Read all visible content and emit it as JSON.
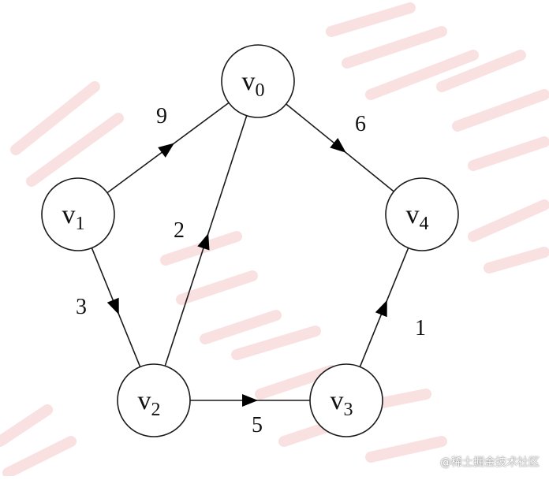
{
  "nodes": [
    {
      "id": "v0",
      "base": "v",
      "sub": "0"
    },
    {
      "id": "v1",
      "base": "v",
      "sub": "1"
    },
    {
      "id": "v2",
      "base": "v",
      "sub": "2"
    },
    {
      "id": "v3",
      "base": "v",
      "sub": "3"
    },
    {
      "id": "v4",
      "base": "v",
      "sub": "4"
    }
  ],
  "edges": [
    {
      "from": "v1",
      "to": "v0",
      "weight": "9"
    },
    {
      "from": "v0",
      "to": "v4",
      "weight": "6"
    },
    {
      "from": "v1",
      "to": "v2",
      "weight": "3"
    },
    {
      "from": "v2",
      "to": "v0",
      "weight": "2"
    },
    {
      "from": "v2",
      "to": "v3",
      "weight": "5"
    },
    {
      "from": "v3",
      "to": "v4",
      "weight": "1"
    }
  ],
  "credit": "@稀土掘金技术社区",
  "colors": {
    "watermark": "#f6c9c9",
    "stroke": "#1a1a1a"
  }
}
